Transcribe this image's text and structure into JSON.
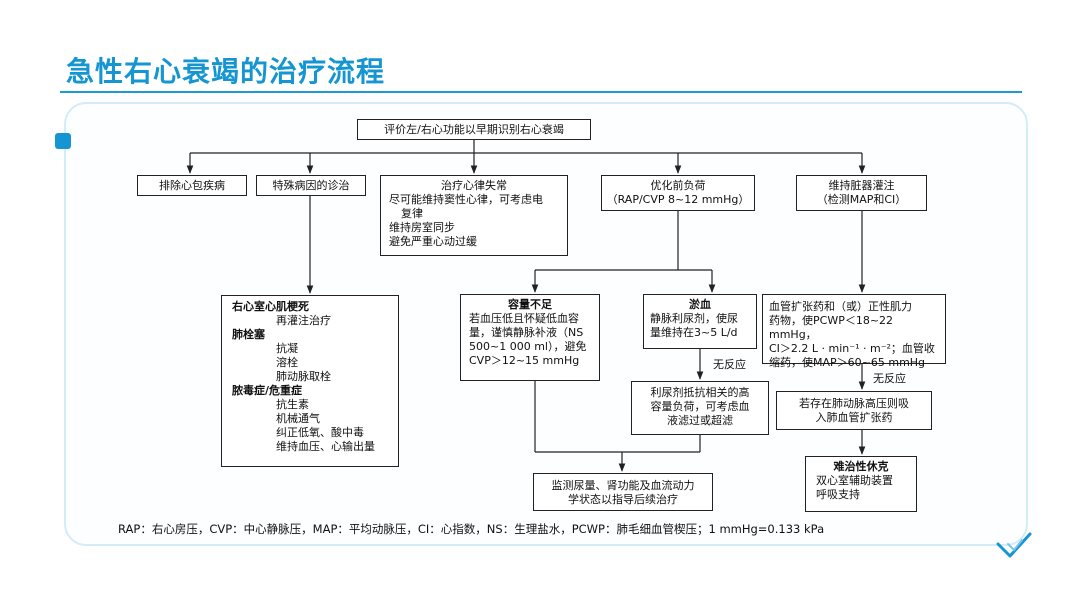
{
  "page": {
    "title": "急性右心衰竭的治疗流程",
    "accent_color": "#1596d2",
    "footnote": "RAP：右心房压，CVP：中心静脉压，MAP：平均动脉压，CI：心指数，NS：生理盐水，PCWP：肺毛细血管楔压；1 mmHg=0.133 kPa"
  },
  "flowchart": {
    "root": "评价左/右心功能以早期识别右心衰竭",
    "level1": {
      "pericardial": "排除心包疾病",
      "special_causes": "特殊病因的诊治",
      "arrhythmia": {
        "title": "治疗心律失常",
        "lines": [
          "尽可能维持窦性心律，可考虑电",
          "复律",
          "维持房室同步",
          "避免严重心动过缓"
        ]
      },
      "preload": {
        "title": "优化前负荷",
        "subtitle": "（RAP/CVP 8~12 mmHg）"
      },
      "perfusion": {
        "title": "维持脏器灌注",
        "subtitle": "（检测MAP和CI）"
      }
    },
    "special_detail": {
      "rv_mi": "右心室心肌梗死",
      "rv_mi_items": [
        "再灌注治疗"
      ],
      "pe": "肺栓塞",
      "pe_items": [
        "抗凝",
        "溶栓",
        "肺动脉取栓"
      ],
      "sepsis": "脓毒症/危重症",
      "sepsis_items": [
        "抗生素",
        "机械通气",
        "纠正低氧、酸中毒",
        "维持血压、心输出量"
      ]
    },
    "volume_low": {
      "title": "容量不足",
      "lines": [
        "若血压低且怀疑低血容",
        "量，谨慎静脉补液（NS",
        "500~1 000 ml），避免",
        "CVP＞12~15 mmHg"
      ]
    },
    "congestion": {
      "title": "淤血",
      "lines": [
        "静脉利尿剂，使尿",
        "量维持在3~5 L/d"
      ]
    },
    "no_response_1": "无反应",
    "diuretic_resistance": {
      "lines": [
        "利尿剂抵抗相关的高",
        "容量负荷，可考虑血",
        "液滤过或超滤"
      ]
    },
    "monitoring": {
      "lines": [
        "监测尿量、肾功能及血流动力",
        "学状态以指导后续治疗"
      ]
    },
    "vasodilator": {
      "lines": [
        "血管扩张药和（或）正性肌力",
        "药物，使PCWP＜18~22 mmHg，",
        "CI＞2.2 L · min⁻¹ · m⁻²；血管收",
        "缩药，使MAP＞60~65 mmHg"
      ]
    },
    "no_response_2": "无反应",
    "pulm_htn": {
      "lines": [
        "若存在肺动脉高压则吸",
        "入肺血管扩张药"
      ]
    },
    "refractory": {
      "title": "难治性休克",
      "lines": [
        "双心室辅助装置",
        "呼吸支持"
      ]
    }
  }
}
